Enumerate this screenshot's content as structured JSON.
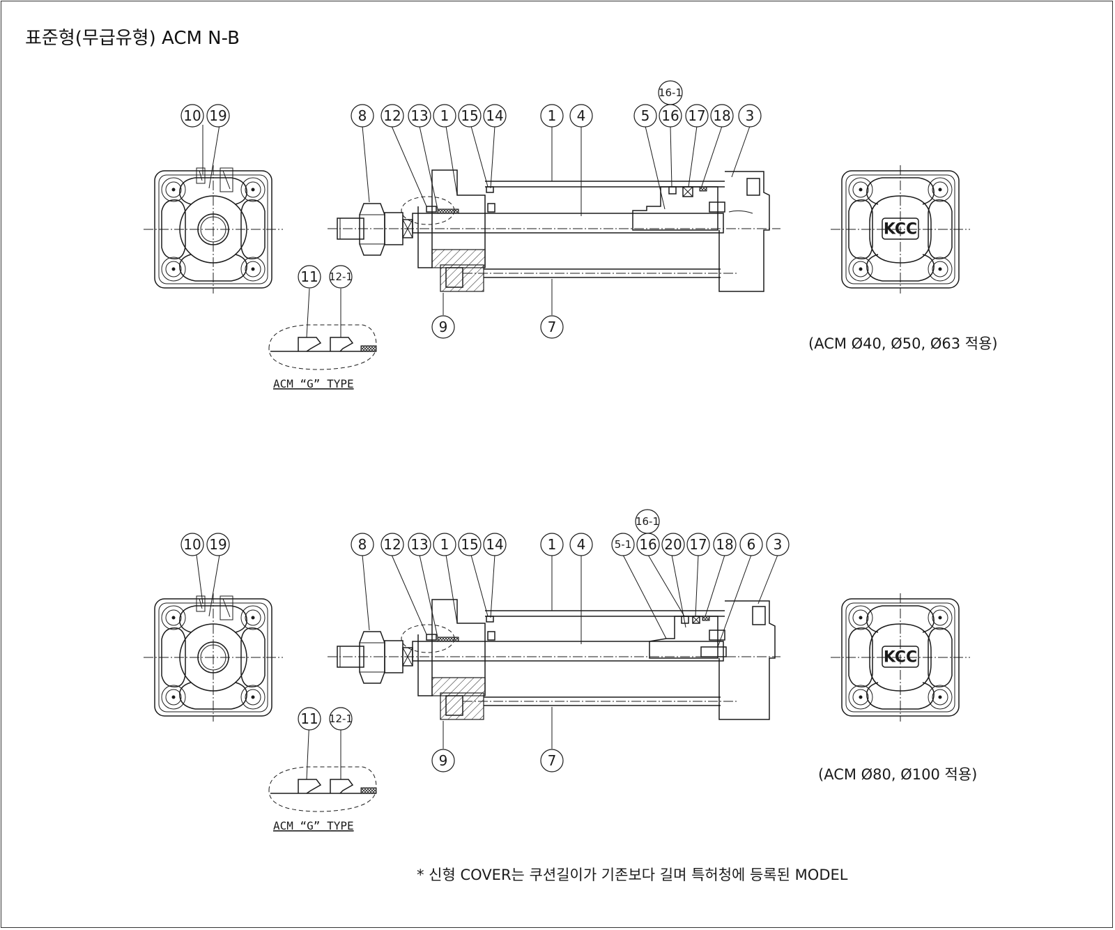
{
  "title": "표준형(무급유형) ACM N-B",
  "logo_text": "KCC",
  "g_type_label": "ACM “G” TYPE",
  "footnote": "* 신형 COVER는 쿠션길이가 기존보다 길며 특허청에 등록된 MODEL",
  "assemblies": [
    {
      "applies_to": "(ACM Ø40, Ø50, Ø63 적용)",
      "top_callouts": [
        "10",
        "19",
        "8",
        "12",
        "13",
        "1",
        "15",
        "14",
        "1",
        "4",
        "5",
        "16",
        "17",
        "18",
        "3"
      ],
      "raised_callout": "16-1",
      "detail_callouts": [
        "11",
        "12-1"
      ],
      "bottom_callouts": [
        "9",
        "7"
      ]
    },
    {
      "applies_to": "(ACM Ø80, Ø100 적용)",
      "top_callouts": [
        "10",
        "19",
        "8",
        "12",
        "13",
        "1",
        "15",
        "14",
        "1",
        "4",
        "5-1",
        "16",
        "20",
        "17",
        "18",
        "6",
        "3"
      ],
      "raised_callout": "16-1",
      "detail_callouts": [
        "11",
        "12-1"
      ],
      "bottom_callouts": [
        "9",
        "7"
      ]
    }
  ]
}
